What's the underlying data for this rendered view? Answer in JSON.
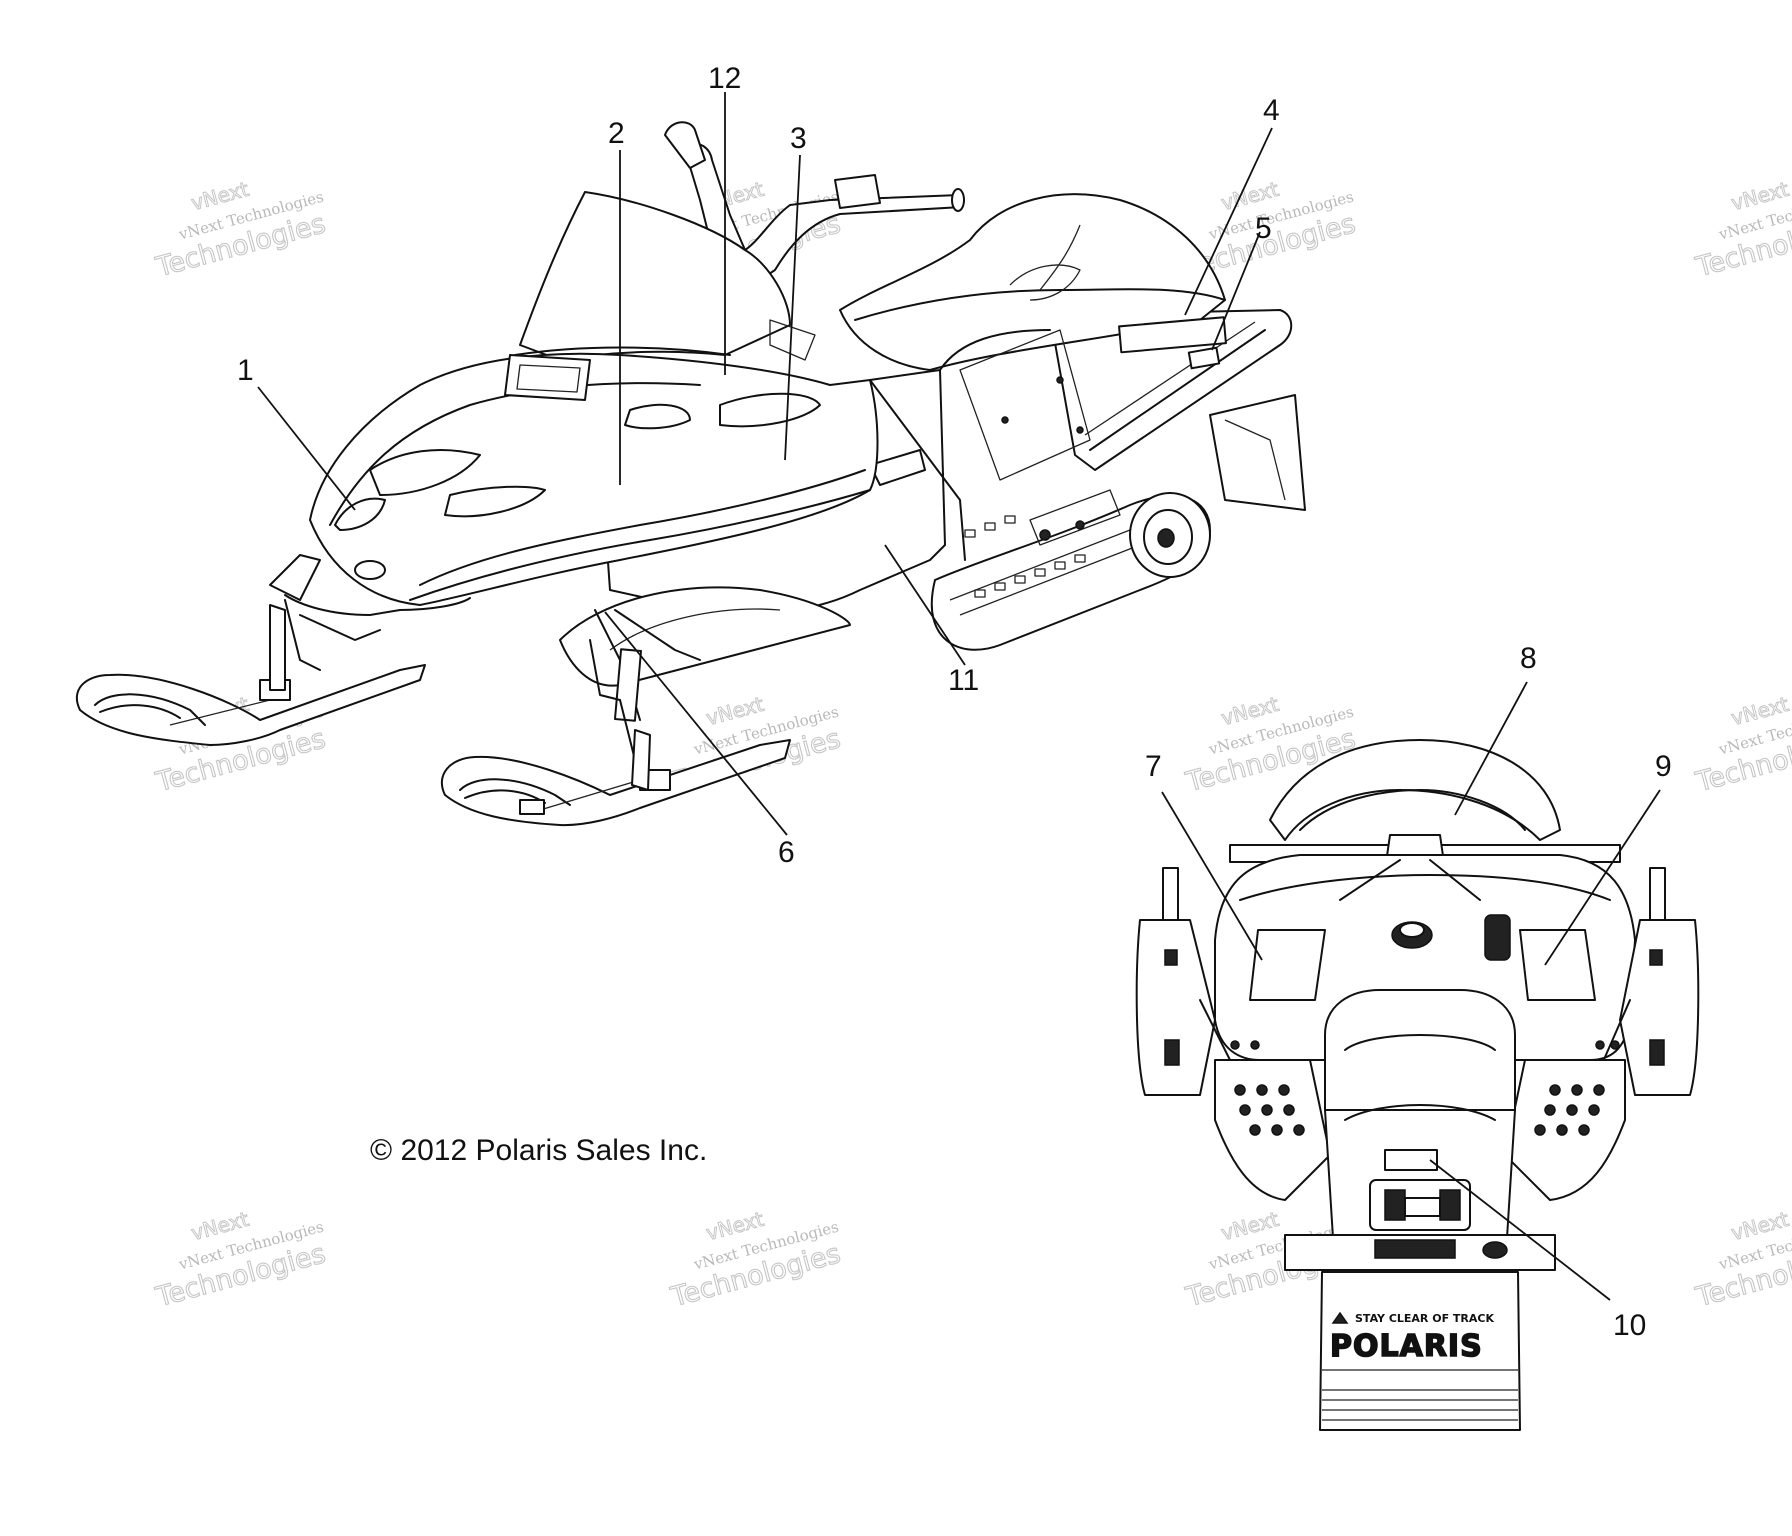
{
  "diagram": {
    "callouts": [
      "1",
      "2",
      "3",
      "4",
      "5",
      "6",
      "7",
      "8",
      "9",
      "10",
      "11",
      "12"
    ],
    "copyright": "© 2012 Polaris Sales Inc.",
    "watermark": {
      "line1": "vNext",
      "line2": "vNext Technologies",
      "line3": "Technologies"
    },
    "snow_flap": {
      "warning": "STAY CLEAR OF TRACK",
      "brand": "POLARIS"
    }
  }
}
